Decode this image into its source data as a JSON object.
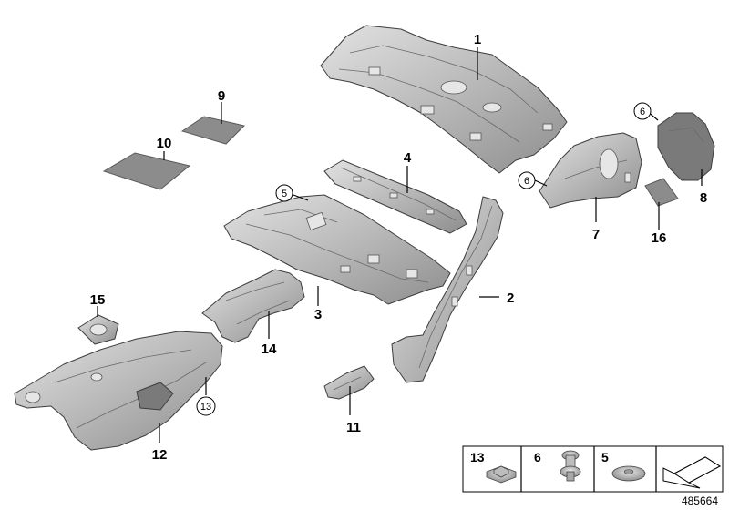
{
  "callouts": {
    "c1": "1",
    "c2": "2",
    "c3": "3",
    "c4": "4",
    "c5": "5",
    "c6a": "6",
    "c6b": "6",
    "c7": "7",
    "c8": "8",
    "c9": "9",
    "c10": "10",
    "c11": "11",
    "c12": "12",
    "c13": "13",
    "c14": "14",
    "c15": "15",
    "c16": "16"
  },
  "legend": {
    "cell1": "13",
    "cell2": "6",
    "cell3": "5"
  },
  "reference": "485664",
  "colors": {
    "part_light": "#d4d4d4",
    "part_dark": "#8a8a8a",
    "outline": "#3d3d3d"
  }
}
